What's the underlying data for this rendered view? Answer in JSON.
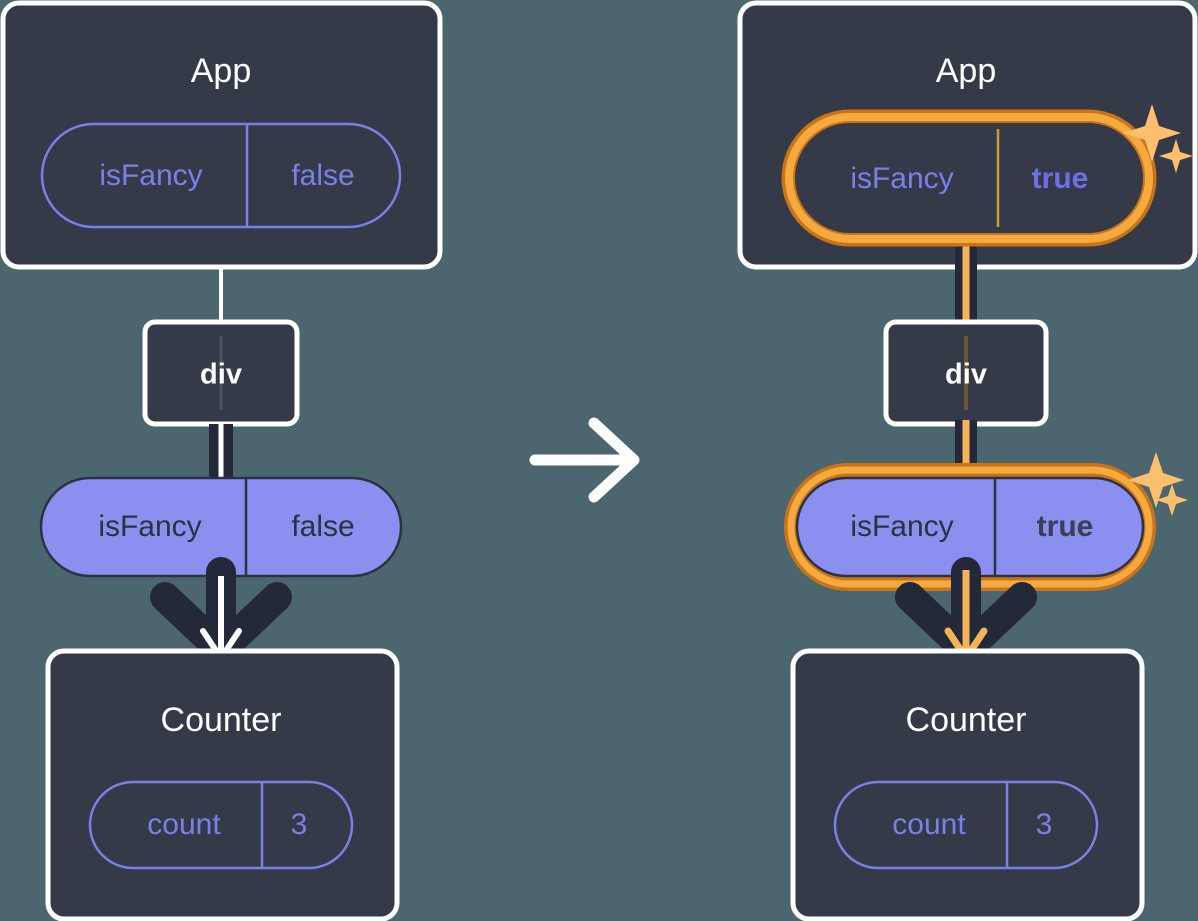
{
  "diagram": {
    "title": "React state update propagation diagram",
    "kind": "component-tree-before-after",
    "background_color": "#4c6670",
    "transition_arrow": "right-arrow-icon"
  },
  "colors": {
    "background": "#4c6670",
    "panel_fill": "#343a48",
    "panel_border": "#ffffff",
    "pill_outline_stroke": "#7b80e8",
    "pill_outline_text": "#7b80e8",
    "pill_filled_fill": "#8b90f0",
    "pill_filled_stroke": "#2c3240",
    "pill_filled_text": "#2c3240",
    "connector_dark": "#23283a",
    "connector_white": "#ffffff",
    "highlight_outer": "#c77518",
    "highlight_inner": "#f5a93f",
    "sparkle": "#fbbf6e",
    "arrow_white": "#ffffff"
  },
  "panels": [
    {
      "id": "before",
      "label": "before-state",
      "app": {
        "title": "App",
        "pill": {
          "style": "outline",
          "key": "isFancy",
          "value": "false",
          "highlighted": false,
          "value_bold": false
        }
      },
      "div_node": {
        "label": "div"
      },
      "prop_pill": {
        "style": "filled",
        "key": "isFancy",
        "value": "false",
        "highlighted": false,
        "value_bold": false
      },
      "counter": {
        "title": "Counter",
        "pill": {
          "style": "outline",
          "key": "count",
          "value": "3",
          "highlighted": false,
          "value_bold": false
        }
      },
      "arrow_inner_color": "#ffffff",
      "connector_accent": null,
      "sparkles": false
    },
    {
      "id": "after",
      "label": "after-state",
      "app": {
        "title": "App",
        "pill": {
          "style": "outline",
          "key": "isFancy",
          "value": "true",
          "highlighted": true,
          "value_bold": true
        }
      },
      "div_node": {
        "label": "div"
      },
      "prop_pill": {
        "style": "filled",
        "key": "isFancy",
        "value": "true",
        "highlighted": true,
        "value_bold": true
      },
      "counter": {
        "title": "Counter",
        "pill": {
          "style": "outline",
          "key": "count",
          "value": "3",
          "highlighted": false,
          "value_bold": false
        }
      },
      "arrow_inner_color": "#f5b357",
      "connector_accent": "#f5b357",
      "sparkles": true
    }
  ]
}
